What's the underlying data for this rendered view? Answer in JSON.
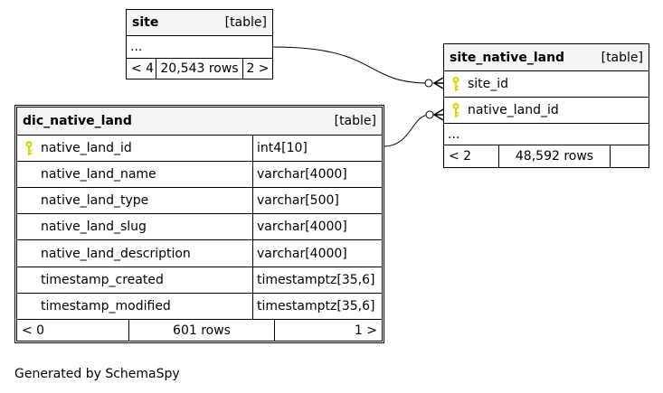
{
  "tables": {
    "site": {
      "name": "site",
      "kind": "[table]",
      "ellipsis": "...",
      "footer": {
        "prev": "< 4",
        "rows": "20,543 rows",
        "next": "2 >"
      }
    },
    "site_native_land": {
      "name": "site_native_land",
      "kind": "[table]",
      "columns": [
        {
          "name": "site_id",
          "key": true
        },
        {
          "name": "native_land_id",
          "key": true
        }
      ],
      "ellipsis": "...",
      "footer": {
        "prev": "< 2",
        "rows": "48,592 rows",
        "next": ""
      }
    },
    "dic_native_land": {
      "name": "dic_native_land",
      "kind": "[table]",
      "columns": [
        {
          "name": "native_land_id",
          "type": "int4[10]",
          "key": true
        },
        {
          "name": "native_land_name",
          "type": "varchar[4000]",
          "key": false
        },
        {
          "name": "native_land_type",
          "type": "varchar[500]",
          "key": false
        },
        {
          "name": "native_land_slug",
          "type": "varchar[4000]",
          "key": false
        },
        {
          "name": "native_land_description",
          "type": "varchar[4000]",
          "key": false
        },
        {
          "name": "timestamp_created",
          "type": "timestamptz[35,6]",
          "key": false
        },
        {
          "name": "timestamp_modified",
          "type": "timestamptz[35,6]",
          "key": false
        }
      ],
      "footer": {
        "prev": "< 0",
        "rows": "601 rows",
        "next": "1 >"
      }
    }
  },
  "caption": "Generated by SchemaSpy",
  "colors": {
    "key_icon": "#d8d800",
    "header_bg": "#f4f4f4"
  }
}
